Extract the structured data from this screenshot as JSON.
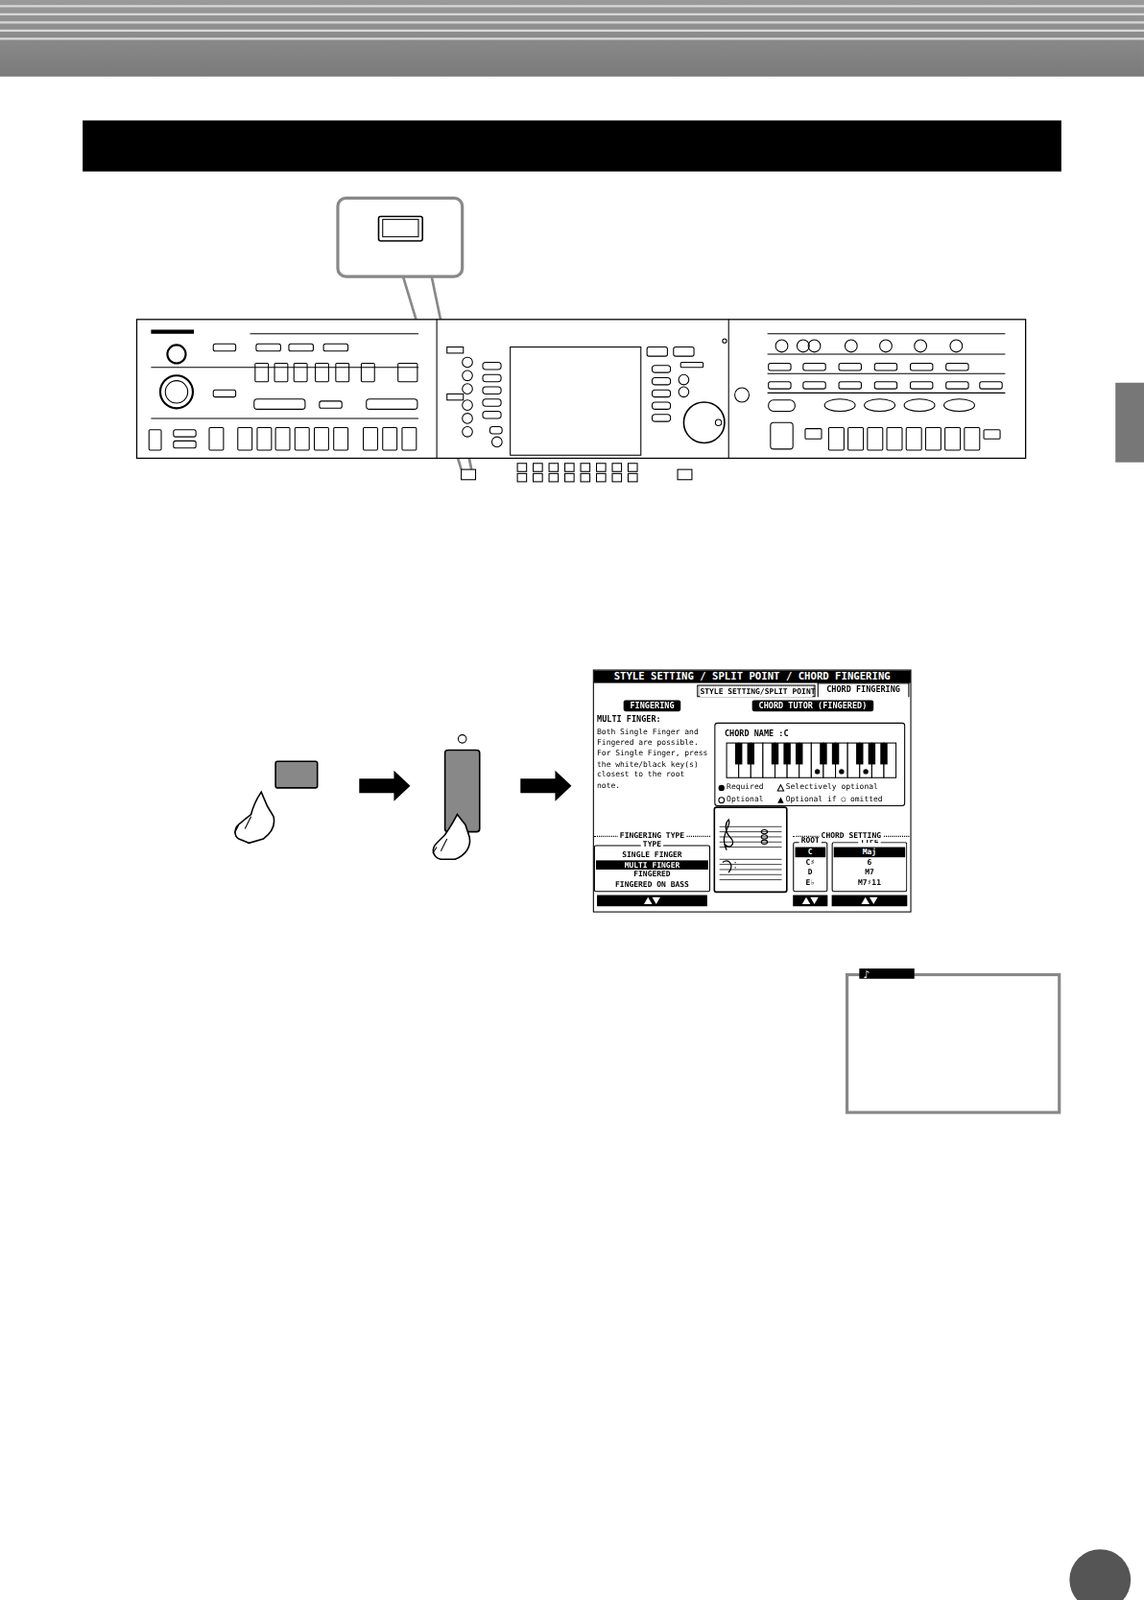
{
  "diagram": {
    "nodes": [
      {
        "text": [
          "STYLE SETTING / SPLIT POINT / CHORD FINGERING"
        ]
      },
      {
        "text": [
          "STYLE SETTING/SPLIT POINT"
        ],
        "in": 0
      },
      {
        "text": [
          "CHORD FINGERING"
        ],
        "in": 0
      },
      {
        "text": [
          "FINGERING"
        ],
        "in": 0
      },
      {
        "text": [
          "CHORD TUTOR (FINGERED)"
        ],
        "in": 0
      },
      {
        "text": [
          "CHORD NAME :C"
        ],
        "in": 0
      },
      {
        "text": [
          "FINGERING TYPE",
          "TYPE",
          "SINGLE FINGER",
          "MULTI FINGER",
          "FINGERED",
          "FINGERED ON BASS"
        ],
        "in": 0
      },
      {
        "text": [
          "ROOT",
          "C",
          "C♯",
          "D",
          "E♭"
        ],
        "in": 0
      },
      {
        "text": [
          "TYPE",
          "Maj",
          "6",
          "M7",
          "M7♯11"
        ],
        "in": 0
      }
    ],
    "labels": [
      "MULTI FINGER:",
      "Both Single Finger and Fingered are possible. For Single Finger, press the white/black key(s) closest to the root note.",
      "CHORD SETTING"
    ],
    "legend": [
      {
        "text": "Required"
      },
      {
        "text": "Selectively optional"
      },
      {
        "text": "Optional"
      },
      {
        "text": "Optional if ○ omitted"
      }
    ]
  }
}
